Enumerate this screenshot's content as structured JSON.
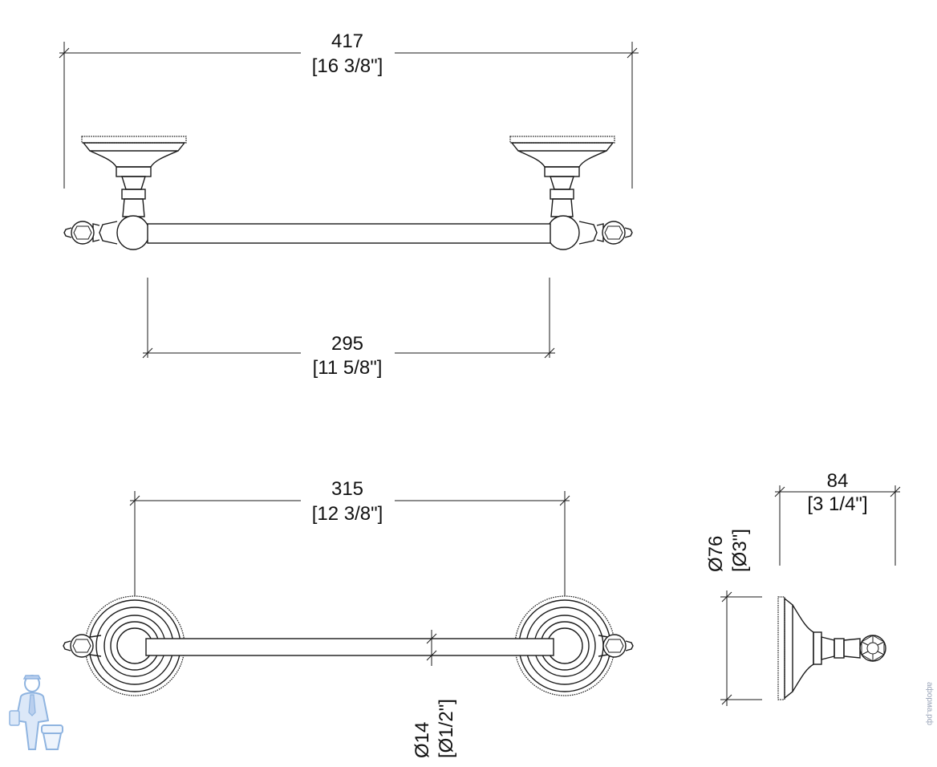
{
  "dimensions": {
    "overall_length": {
      "mm": "417",
      "inch": "[16 3/8\"]"
    },
    "mount_spacing": {
      "mm": "295",
      "inch": "[11 5/8\"]"
    },
    "front_span": {
      "mm": "315",
      "inch": "[12 3/8\"]"
    },
    "bar_diameter": {
      "mm": "Ø14",
      "inch": "[Ø1/2\"]"
    },
    "rosette_diameter": {
      "mm": "Ø76",
      "inch": "[Ø3\"]"
    },
    "projection": {
      "mm": "84",
      "inch": "[3 1/4\"]"
    }
  },
  "logo": {
    "name": "plumber-mascot-logo",
    "color": "#8fb4e0"
  },
  "watermark": {
    "text": "аформа.рф",
    "color": "#9aa4b8"
  },
  "colors": {
    "line": "#1a1a1a",
    "background": "#ffffff"
  }
}
